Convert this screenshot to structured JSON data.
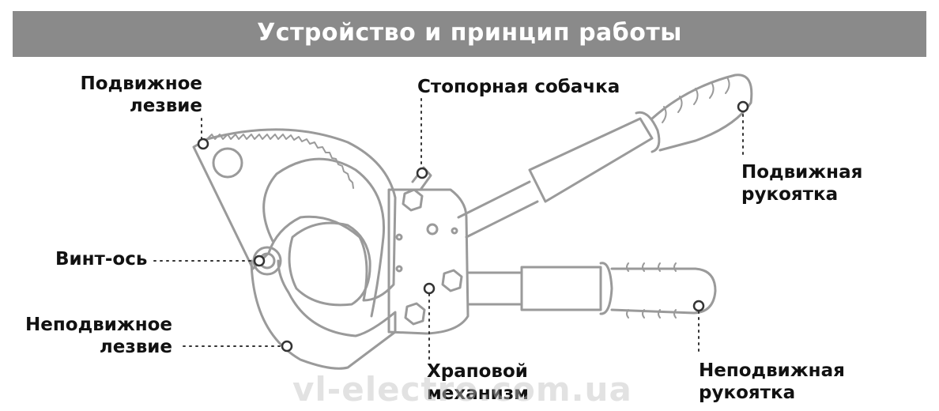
{
  "header": {
    "title": "Устройство и принцип работы",
    "bg_color": "#8a8a8a"
  },
  "labels": {
    "movable_blade": [
      "Подвижное",
      "лезвие"
    ],
    "axis_screw": "Винт-ось",
    "fixed_blade": [
      "Неподвижное",
      "лезвие"
    ],
    "pawl": "Стопорная собачка",
    "ratchet": [
      "Храповой",
      "механизм"
    ],
    "movable_handle": [
      "Подвижная",
      "рукоятка"
    ],
    "fixed_handle": [
      "Неподвижная",
      "рукоятка"
    ]
  },
  "watermark": "vl-electro.com.ua",
  "colors": {
    "outline": "#9a9a9a",
    "leader": "#333333",
    "text": "#111111"
  }
}
